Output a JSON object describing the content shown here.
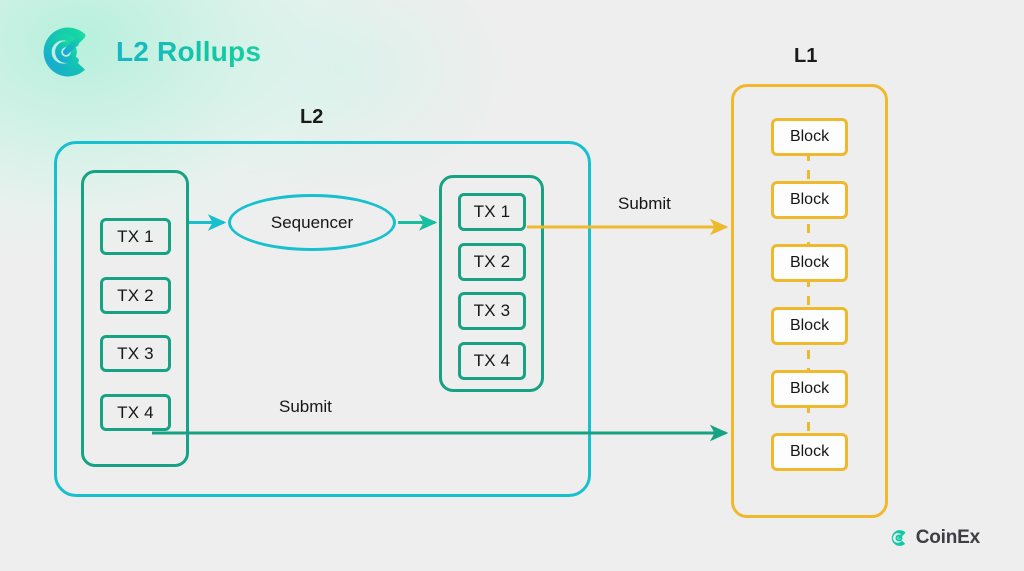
{
  "brand": {
    "title": "L2 Rollups",
    "logo_icon": "coinex-logo-icon",
    "accent_start": "#18b6c6",
    "accent_end": "#17cfa2"
  },
  "canvas": {
    "background": "#eeeeee",
    "glow_color": "#b4f0dc"
  },
  "diagram": {
    "type": "flow-diagram",
    "l2": {
      "caption": "L2",
      "border_color": "#17c0cf",
      "pending_pool": {
        "name": "pending-transactions",
        "border_color": "#17a383",
        "items": [
          {
            "label": "TX 1"
          },
          {
            "label": "TX 2"
          },
          {
            "label": "TX 3"
          },
          {
            "label": "TX 4"
          }
        ]
      },
      "sequencer": {
        "label": "Sequencer",
        "border_color": "#17c0cf"
      },
      "ordered_pool": {
        "name": "ordered-transactions",
        "border_color": "#17a383",
        "items": [
          {
            "label": "TX 1"
          },
          {
            "label": "TX 2"
          },
          {
            "label": "TX 3"
          },
          {
            "label": "TX 4"
          }
        ]
      }
    },
    "l1": {
      "caption": "L1",
      "border_color": "#efb92e",
      "chain_style": "dashed",
      "blocks": [
        {
          "label": "Block"
        },
        {
          "label": "Block"
        },
        {
          "label": "Block"
        },
        {
          "label": "Block"
        },
        {
          "label": "Block"
        },
        {
          "label": "Block"
        }
      ]
    },
    "edges": {
      "pool_to_sequencer": {
        "label": "",
        "color": "#17c0cf"
      },
      "sequencer_to_ordered": {
        "label": "",
        "color": "#17bfa0"
      },
      "ordered_to_l1": {
        "label": "Submit",
        "color": "#efb92e"
      },
      "pending_to_l1": {
        "label": "Submit",
        "color": "#17a383"
      }
    }
  },
  "watermark": {
    "text": "CoinEx",
    "logo_icon": "coinex-logo-icon",
    "text_color": "#3d3d44",
    "logo_color": "#12c9a6"
  }
}
